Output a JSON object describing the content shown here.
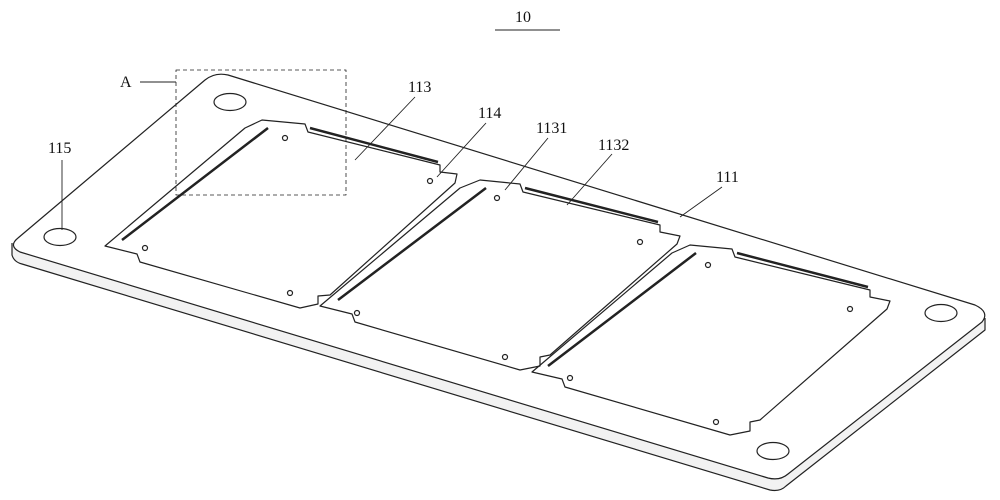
{
  "figure": {
    "number": "10",
    "labels": {
      "detail": "A",
      "pocket": "113",
      "pin_hole": "114",
      "pocket_edge": "1131",
      "pocket_step": "1132",
      "plate": "111",
      "mount_hole": "115"
    }
  },
  "colors": {
    "line": "#222222",
    "face": "#ffffff",
    "edge": "#e8e8e8"
  }
}
